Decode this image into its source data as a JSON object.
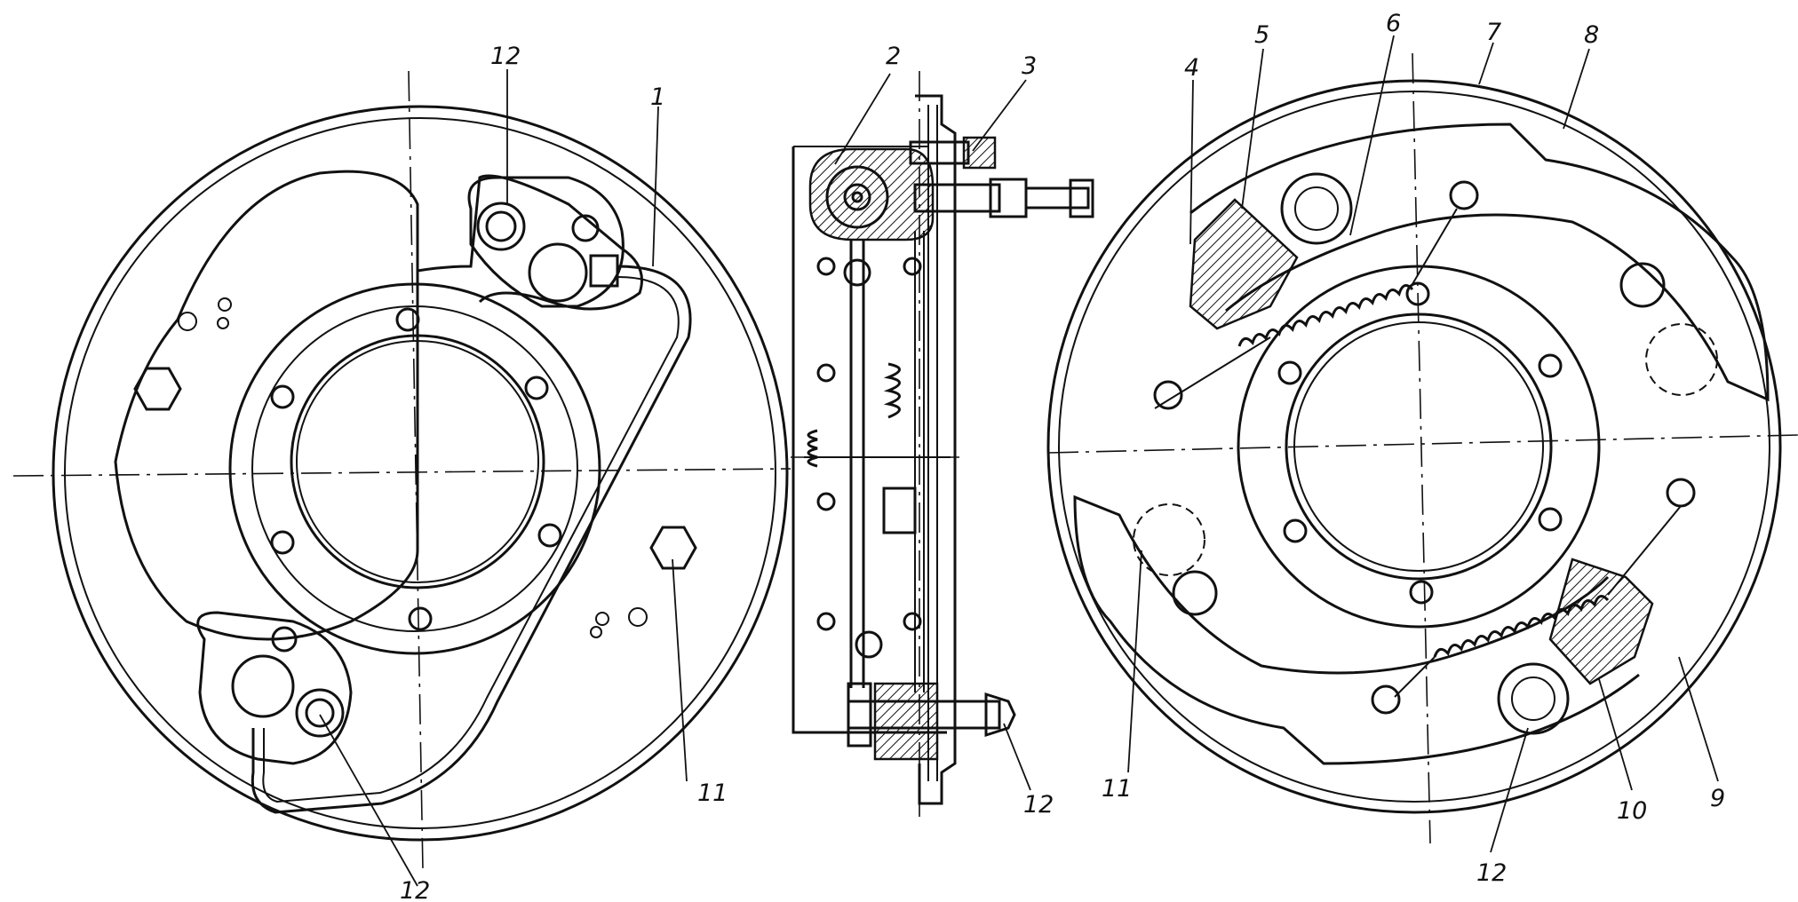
{
  "callouts": {
    "c1": "1",
    "c2": "2",
    "c3": "3",
    "c4": "4",
    "c5": "5",
    "c6": "6",
    "c7": "7",
    "c8": "8",
    "c9": "9",
    "c10": "10",
    "c11_left": "11",
    "c11_right": "11",
    "c12_top": "12",
    "c12_bottom_left": "12",
    "c12_side": "12",
    "c12_right": "12"
  }
}
